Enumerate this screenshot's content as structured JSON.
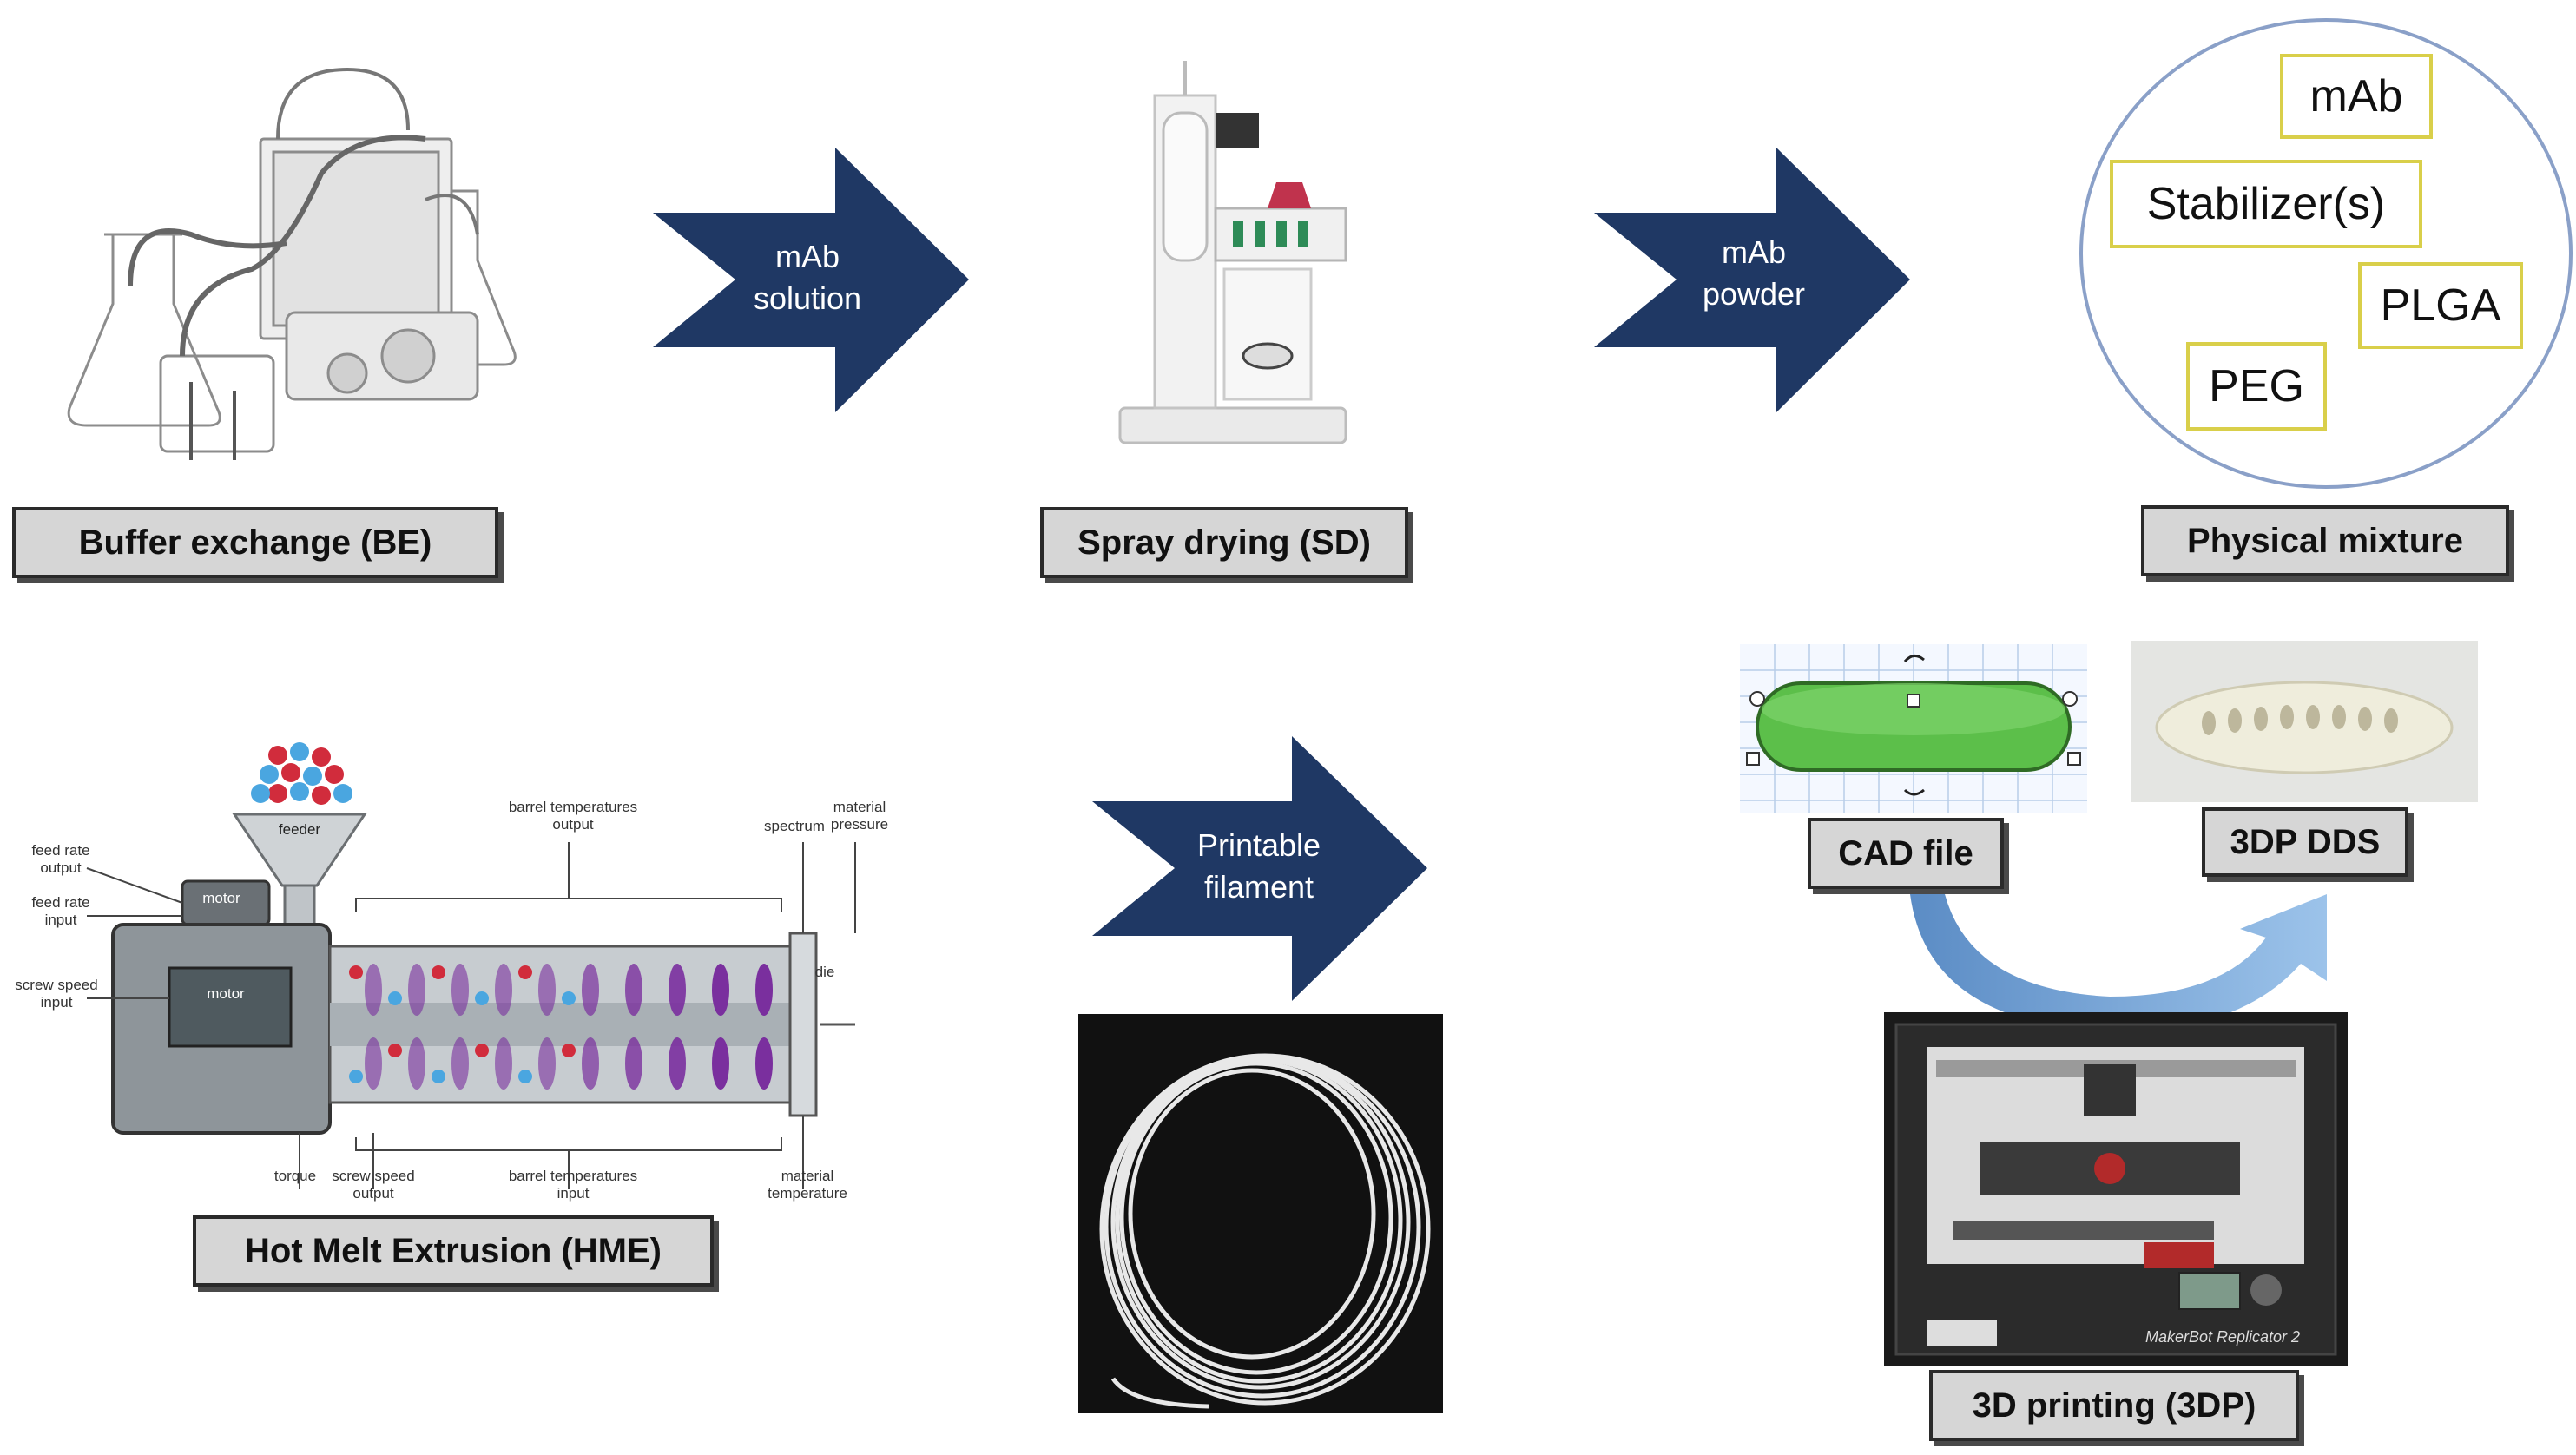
{
  "steps": {
    "buffer_exchange": "Buffer exchange (BE)",
    "spray_drying": "Spray drying (SD)",
    "physical_mixture": "Physical mixture",
    "hme": "Hot Melt Extrusion (HME)",
    "cad_file": "CAD file",
    "dds": "3DP DDS",
    "printing": "3D printing (3DP)"
  },
  "arrows": {
    "a1": [
      "mAb",
      "solution"
    ],
    "a2": [
      "mAb",
      "powder"
    ],
    "a3": [
      "Printable",
      "filament"
    ]
  },
  "mixture": [
    "mAb",
    "Stabilizer(s)",
    "PLGA",
    "PEG"
  ],
  "hme_diagram": {
    "feeder": "feeder",
    "motor_small": "motor",
    "motor_main": "motor",
    "feed_rate_output": [
      "feed rate",
      "output"
    ],
    "feed_rate_input": [
      "feed rate",
      "input"
    ],
    "screw_speed_input": [
      "screw speed",
      "input"
    ],
    "barrel_temp_output": [
      "barrel temperatures",
      "output"
    ],
    "spectrum": "spectrum",
    "material_pressure": [
      "material",
      "pressure"
    ],
    "die": "die",
    "torque": "torque",
    "screw_speed_output": [
      "screw speed",
      "output"
    ],
    "barrel_temp_input": [
      "barrel temperatures",
      "input"
    ],
    "material_temperature": [
      "material",
      "temperature"
    ]
  },
  "printer_brand": "MakerBot Replicator 2",
  "colors": {
    "arrow": "#1f3864",
    "label_bg": "#d6d6d6",
    "tag_border": "#d9cf4a",
    "circle_border": "#8aa0c8",
    "curve_arrow": "#6b9bd1",
    "cad_green": "#5cbf4a"
  }
}
